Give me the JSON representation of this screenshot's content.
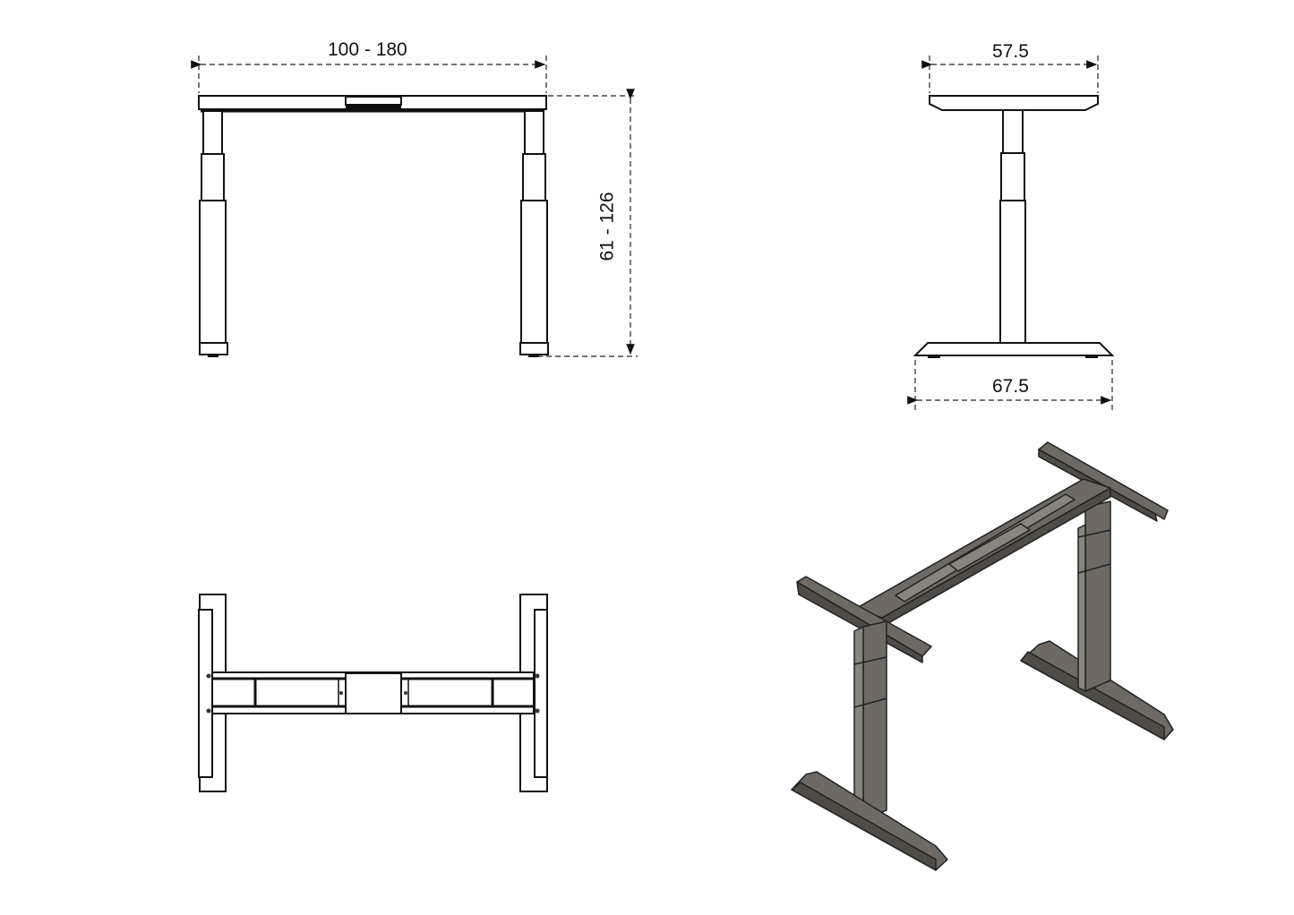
{
  "dimensions": {
    "front_width": "100 - 180",
    "height": "61 - 126",
    "side_top_depth": "57.5",
    "side_base_depth": "67.5"
  },
  "colors": {
    "line": "#111111",
    "frame_render": "#6e6a63"
  }
}
